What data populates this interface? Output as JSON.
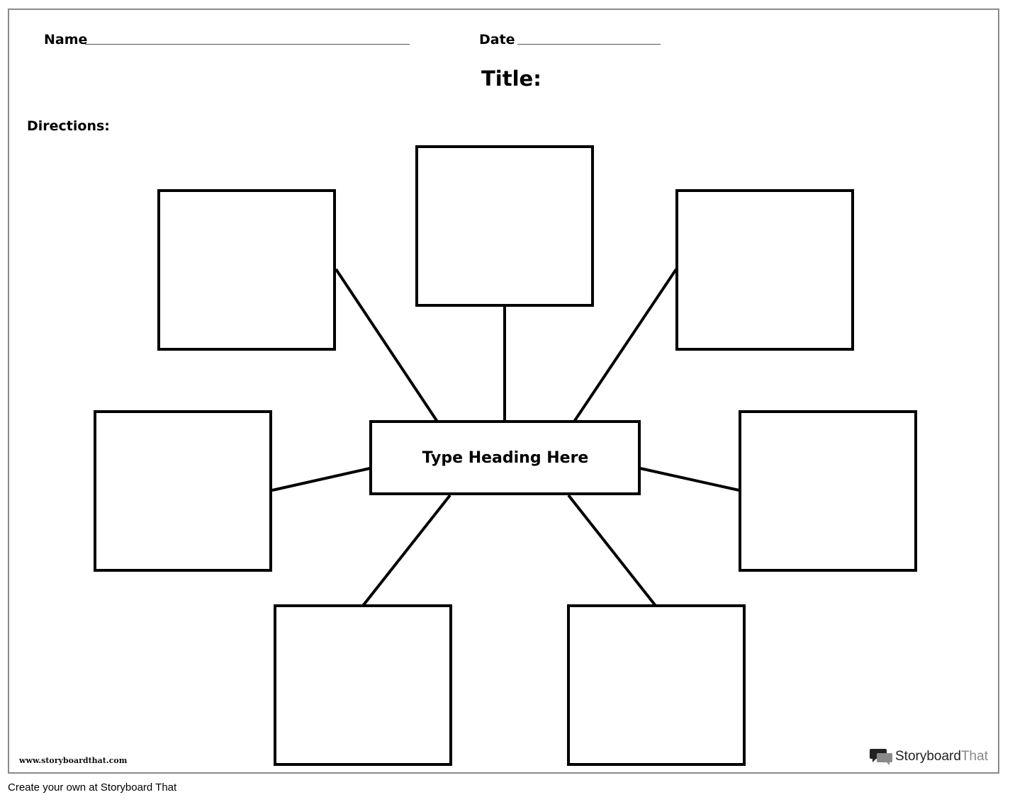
{
  "worksheet": {
    "name_label": "Name",
    "date_label": "Date",
    "title_label": "Title:",
    "directions_label": "Directions:"
  },
  "diagram": {
    "center_heading": "Type Heading Here",
    "outer_box_count": 7
  },
  "branding": {
    "website": "www.storyboardthat.com",
    "logo_text_dark": "Storyboard",
    "logo_text_light": "That",
    "logo_icon": "speech-bubbles-icon"
  },
  "footer": {
    "text": "Create your own at Storyboard That"
  }
}
